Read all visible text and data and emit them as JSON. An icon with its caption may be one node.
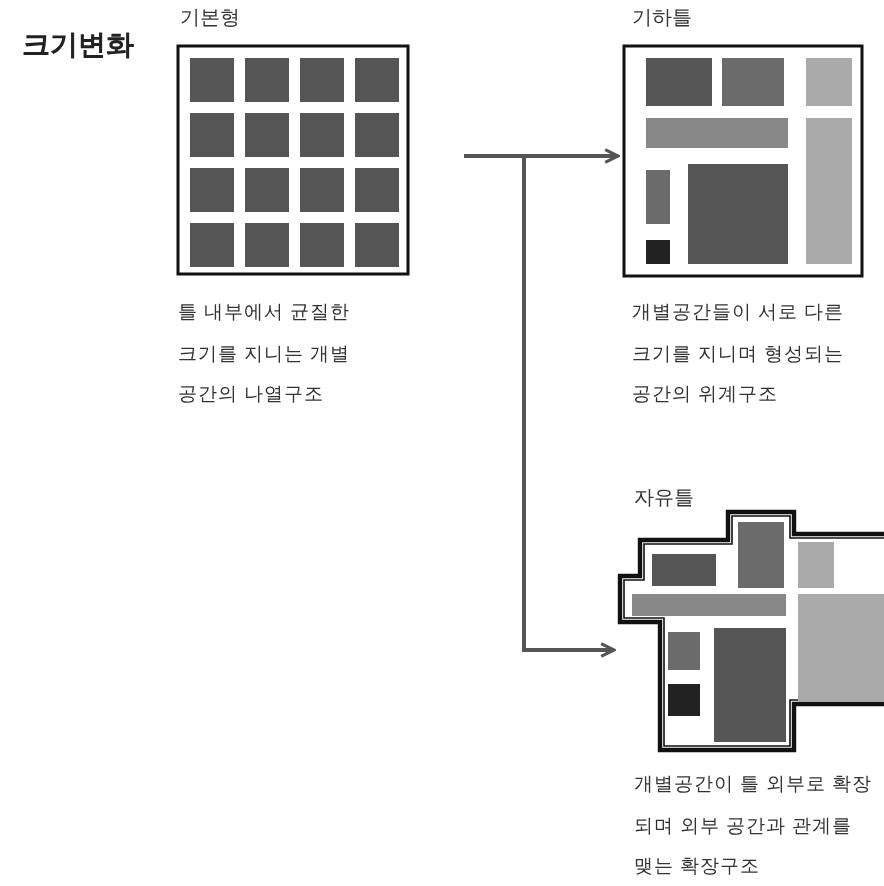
{
  "diagram": {
    "title": "크기변화",
    "nodes": [
      {
        "text": [
          "기본형"
        ],
        "beside": [
          "틀 내부에서 균질한 크기를 지니는 개별 공간의 나열구조"
        ]
      },
      {
        "text": [
          "기하틀"
        ],
        "beside": [
          "개별공간들이 서로 다른 크기를 지니며 형성되는 공간의 위계구조"
        ]
      },
      {
        "text": [
          "자유틀"
        ],
        "beside": [
          "개별공간이 틀 외부로 확장 되며 외부 공간과 관계를 맺는 확장구조"
        ]
      }
    ],
    "edges": [
      {
        "from": null,
        "to": 1,
        "arrow": "to"
      },
      {
        "from": null,
        "to": 2,
        "arrow": "to"
      }
    ]
  }
}
